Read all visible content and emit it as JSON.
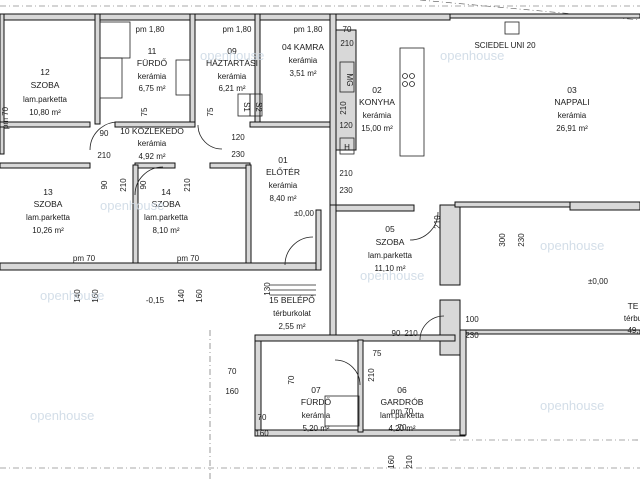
{
  "rooms": {
    "r12": {
      "num": "12",
      "name": "SZOBA",
      "mat": "lam.parketta",
      "area": "10,80 m²"
    },
    "r11": {
      "num": "11",
      "name": "FÜRDŐ",
      "mat": "kerámia",
      "area": "6,75 m²"
    },
    "r09": {
      "num": "09",
      "name": "HÁZTARTÁSI",
      "mat": "kerámia",
      "area": "6,21 m²"
    },
    "r04": {
      "num": "04 KAMRA",
      "name": "",
      "mat": "kerámia",
      "area": "3,51 m²"
    },
    "r02": {
      "num": "02",
      "name": "KONYHA",
      "mat": "kerámia",
      "area": "15,00 m²"
    },
    "r03": {
      "num": "03",
      "name": "NAPPALI",
      "mat": "kerámia",
      "area": "26,91 m²"
    },
    "r10": {
      "num": "10 KÖZLEKEDŐ",
      "name": "",
      "mat": "kerámia",
      "area": "4,92 m²"
    },
    "r01": {
      "num": "01",
      "name": "ELŐTÉR",
      "mat": "kerámia",
      "area": "8,40 m²"
    },
    "r13": {
      "num": "13",
      "name": "SZOBA",
      "mat": "lam.parketta",
      "area": "10,26 m²"
    },
    "r14": {
      "num": "14",
      "name": "SZOBA",
      "mat": "lam.parketta",
      "area": "8,10 m²"
    },
    "r05": {
      "num": "05",
      "name": "SZOBA",
      "mat": "lam.parketta",
      "area": "11,10 m²"
    },
    "r15": {
      "num": "15 BELÉPŐ",
      "name": "",
      "mat": "térburkolat",
      "area": "2,55 m²"
    },
    "r07": {
      "num": "07",
      "name": "FÜRDŐ",
      "mat": "kerámia",
      "area": "5,20 m²"
    },
    "r06": {
      "num": "06",
      "name": "GARDRÓB",
      "mat": "lam.parketta",
      "area": "4,20 m²"
    },
    "rte": {
      "num": "TE",
      "name": "",
      "mat": "térbu",
      "area": "49,"
    }
  },
  "dims": {
    "pm180a": "pm 1,80",
    "pm180b": "pm 1,80",
    "pm180c": "pm 1,80",
    "pm70a": "70",
    "pm210a": "210",
    "d210s": "210",
    "d90a": "90",
    "d75a": "75",
    "d75b": "75",
    "d120a": "120",
    "d230a": "230",
    "d210k": "210",
    "d120k": "120",
    "d210b": "210",
    "d230b": "230",
    "d90b": "90",
    "d210c": "210",
    "d90c": "90",
    "d210d": "210",
    "d210e": "210",
    "d300": "300",
    "d230c": "230",
    "pm70b": "pm 70",
    "pm70c": "pm 70",
    "d140a": "140",
    "d160a": "160",
    "d140b": "140",
    "d160b": "160",
    "lvm015": "-0,15",
    "lv000a": "±0,00",
    "lv000b": "±0,00",
    "d130": "130",
    "d75c": "75",
    "d90d": "90",
    "d210f": "210",
    "d100": "100",
    "d230d": "230",
    "d70a": "70",
    "d160c": "160",
    "d210g": "210",
    "d70b": "70",
    "pm70d": "pm 70",
    "d70c": "70",
    "d160d": "160",
    "d210h": "210",
    "pm70e": "pm 70",
    "d70d": "70",
    "d210i": "210",
    "d70e": "70",
    "d160e": "160",
    "pm70side": "pm 70"
  },
  "labels": {
    "header": "SCIEDEL UNI 20",
    "hood": "H",
    "mg": "MG",
    "s1": "S1",
    "s2": "S2"
  },
  "watermark": "openhouse"
}
